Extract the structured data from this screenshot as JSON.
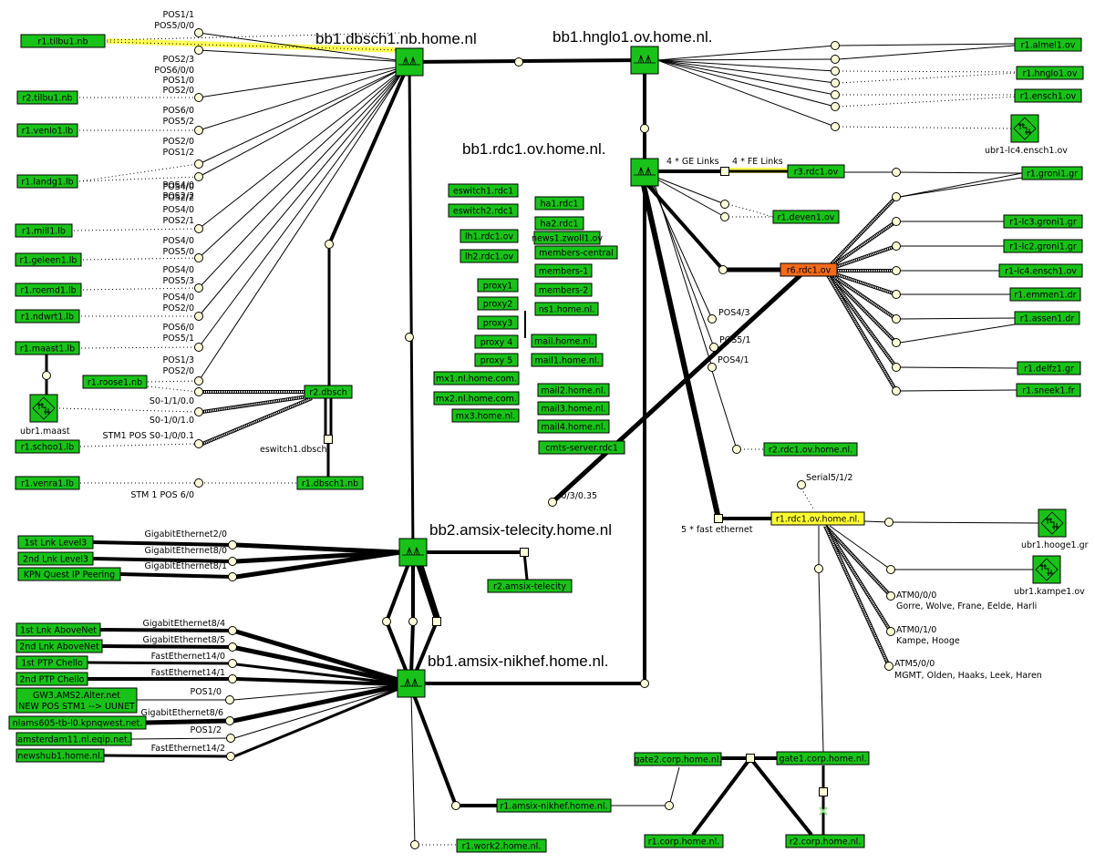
{
  "colors": {
    "node_green": "#19c219",
    "node_orange": "#f26a1b",
    "node_yellow": "#ffff33",
    "highlight_yellow": "#ffff55",
    "joint_fill": "#ffffd8",
    "line": "#000000"
  },
  "backbones": [
    {
      "id": "bb1_dbsch1",
      "title": "bb1.dbsch1.nb.home.nl"
    },
    {
      "id": "bb1_hnglo1",
      "title": "bb1.hnglo1.ov.home.nl."
    },
    {
      "id": "bb1_rdc1",
      "title": "bb1.rdc1.ov.home.nl."
    },
    {
      "id": "bb2_amsix",
      "title": "bb2.amsix-telecity.home.nl"
    },
    {
      "id": "bb1_amsix",
      "title": "bb1.amsix-nikhef.home.nl."
    }
  ],
  "nodes": {
    "west_dbsch": [
      {
        "label": "r1.tilbu1.nb"
      },
      {
        "label": "r2.tilbu1.nb"
      },
      {
        "label": "r1.venlo1.lb"
      },
      {
        "label": "r1.landg1.lb"
      },
      {
        "label": "r1.mill1.lb"
      },
      {
        "label": "r1.geleen1.lb"
      },
      {
        "label": "r1.roemd1.lb"
      },
      {
        "label": "r1.ndwrt1.lb"
      },
      {
        "label": "r1.maast1.lb"
      },
      {
        "label": "r1.roose1.nb"
      },
      {
        "label": "r1.schoo1.lb"
      },
      {
        "label": "r1.venra1.lb"
      },
      {
        "label": "r2.dbsch"
      },
      {
        "label": "r1.dbsch1.nb"
      }
    ],
    "hnglo": [
      {
        "label": "r1.almel1.ov"
      },
      {
        "label": "r1.hnglo1.ov"
      },
      {
        "label": "r1.ensch1.ov"
      }
    ],
    "rdc_servers": [
      {
        "label": "eswitch1.rdc1"
      },
      {
        "label": "eswitch2.rdc1"
      },
      {
        "label": "lh1.rdc1.ov"
      },
      {
        "label": "lh2.rdc1.ov"
      },
      {
        "label": "proxy1"
      },
      {
        "label": "proxy2"
      },
      {
        "label": "proxy3"
      },
      {
        "label": "proxy 4"
      },
      {
        "label": "proxy 5"
      },
      {
        "label": "mx1.nl.home.com."
      },
      {
        "label": "mx2.nl.home.com."
      },
      {
        "label": "mx3.home.nl."
      },
      {
        "label": "ha1.rdc1"
      },
      {
        "label": "ha2.rdc1"
      },
      {
        "label": "news1.zwoll1.ov"
      },
      {
        "label": "members-central"
      },
      {
        "label": "members-1"
      },
      {
        "label": "members-2"
      },
      {
        "label": "ns1.home.nl."
      },
      {
        "label": "mail.home.nl."
      },
      {
        "label": "mail1.home.nl."
      },
      {
        "label": "mail2.home.nl."
      },
      {
        "label": "mail3.home.nl."
      },
      {
        "label": "mail4.home.nl."
      },
      {
        "label": "cmts-server.rdc1"
      }
    ],
    "rdc_east": [
      {
        "label": "r3.rdc1.ov"
      },
      {
        "label": "r1.groni1.gr"
      },
      {
        "label": "r1.deven1.ov"
      },
      {
        "label": "r6.rdc1.ov"
      },
      {
        "label": "r1-lc3.groni1.gr"
      },
      {
        "label": "r1-lc2.groni1.gr"
      },
      {
        "label": "r1-lc4.ensch1.ov"
      },
      {
        "label": "r1.emmen1.dr"
      },
      {
        "label": "r1.assen1.dr"
      },
      {
        "label": "r1.delfz1.gr"
      },
      {
        "label": "r1.sneek1.fr"
      },
      {
        "label": "r2.rdc1.ov.home.nl."
      },
      {
        "label": "r1.rdc1.ov.home.nl."
      }
    ],
    "amsix_west": [
      {
        "label": "1st Lnk Level3"
      },
      {
        "label": "2nd Lnk Level3"
      },
      {
        "label": "KPN Quest IP Peering"
      },
      {
        "label": "1st Lnk AboveNet"
      },
      {
        "label": "2nd Lnk AboveNet"
      },
      {
        "label": "1st PTP Chello"
      },
      {
        "label": "2nd PTP Chello"
      },
      {
        "label": "GW3.AMS2.Alter.net"
      },
      {
        "label": "NEW POS STM1 --> UUNET"
      },
      {
        "label": "nlams605-tb-l0.kpnqwest.net."
      },
      {
        "label": "amsterdam11.nl.eqip.net."
      },
      {
        "label": "newshub1.home.nl."
      }
    ],
    "amsix_other": [
      {
        "label": "r2.amsix-telecity"
      },
      {
        "label": "r1.amsix-nikhef.home.nl."
      },
      {
        "label": "r1.work2.home.nl."
      },
      {
        "label": "gate2.corp.home.nl."
      },
      {
        "label": "gate1.corp.home.nl."
      },
      {
        "label": "r1.corp.home.nl."
      },
      {
        "label": "r2.corp.home.nl."
      }
    ]
  },
  "ubr_devices": [
    {
      "label": "ubr1.maast"
    },
    {
      "label": "ubr1-lc4.ensch1.ov"
    },
    {
      "label": "ubr1.hooge1.gr"
    },
    {
      "label": "ubr1.kampe1.ov"
    }
  ],
  "interface_labels": {
    "dbsch": [
      "POS1/1",
      "POS5/0/0",
      "POS2/3",
      "POS6/0/0",
      "POS1/0",
      "POS2/0",
      "POS6/0",
      "POS5/2",
      "POS2/0",
      "POS1/2",
      "POS4/0",
      "POS2/2",
      "POS4/0",
      "POS2/1",
      "POS4/0",
      "POS5/0",
      "POS4/0",
      "POS5/3",
      "POS4/0",
      "POS2/0",
      "POS6/0",
      "POS5/1",
      "POS1/3",
      "POS2/0",
      "S0-1/1/0.0",
      "S0-1/0/1.0",
      "STM1 POS S0-1/0/0.1",
      "STM 1 POS 6/0"
    ],
    "eswitch_dbsch": "eswitch1.dbsch",
    "rdc": [
      "4 * GE Links",
      "4 * FE Links",
      "POS4/3",
      "POS5/1",
      "POS4/1",
      "5 * fast ethernet",
      "Serial5/1/2",
      "-0/3/0.35"
    ],
    "atm": [
      {
        "iface": "ATM0/0/0",
        "sites": "Gorre, Wolve, Frane, Eelde, Harli"
      },
      {
        "iface": "ATM0/1/0",
        "sites": "Kampe, Hooge"
      },
      {
        "iface": "ATM5/0/0",
        "sites": "MGMT, Olden, Haaks, Leek, Haren"
      }
    ],
    "amsix": [
      "GigabitEthernet2/0",
      "GigabitEthernet8/0",
      "GigabitEthernet8/1",
      "GigabitEthernet8/4",
      "GigabitEthernet8/5",
      "FastEthernet14/0",
      "FastEthernet14/1",
      "POS1/0",
      "GigabitEthernet8/6",
      "POS1/2",
      "FastEthernet14/2"
    ]
  }
}
